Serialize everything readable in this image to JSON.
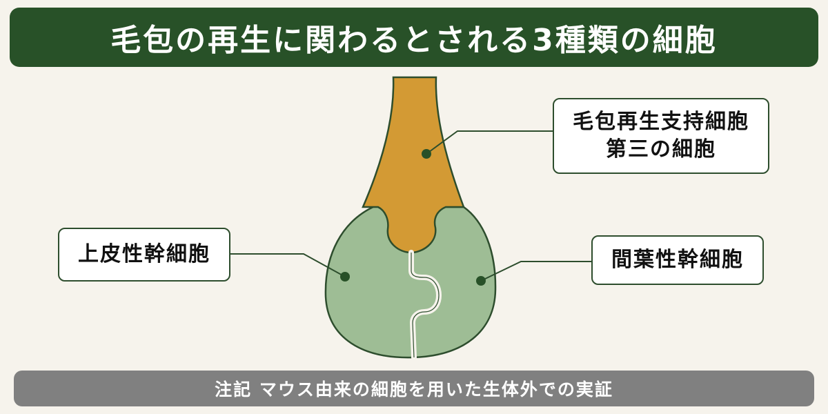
{
  "title": "毛包の再生に関わるとされる3種類の細胞",
  "labels": {
    "hair_support": {
      "line1": "毛包再生支持細胞",
      "line2": "第三の細胞"
    },
    "epithelial": "上皮性幹細胞",
    "mesenchymal": "間葉性幹細胞"
  },
  "footer": "注記 マウス由来の細胞を用いた生体外での実証",
  "colors": {
    "title_bg": "#285128",
    "hair_shaft": "#d39a34",
    "bulb_green": "#9ebd95",
    "outline": "#2d4d2d",
    "footer_bg": "#808080"
  }
}
